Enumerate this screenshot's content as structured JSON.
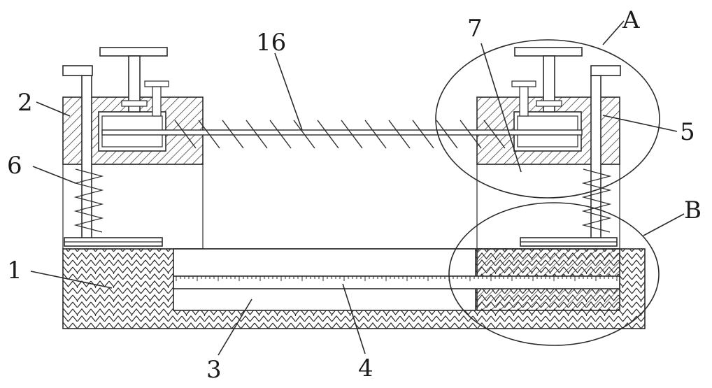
{
  "labels": {
    "part_1": "1",
    "part_2": "2",
    "part_3": "3",
    "part_4": "4",
    "part_5": "5",
    "part_6": "6",
    "part_7": "7",
    "part_16": "16",
    "detail_a": "A",
    "detail_b": "B"
  },
  "colors": {
    "line": "#2b2b2b",
    "background": "#ffffff"
  }
}
